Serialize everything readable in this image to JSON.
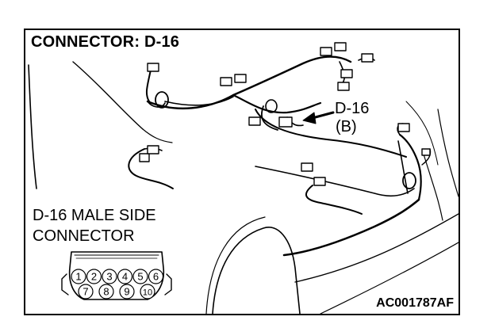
{
  "diagram": {
    "title": "CONNECTOR: D-16",
    "callout_line1": "D-16",
    "callout_line2": "(B)",
    "side_label_line1": "D-16 MALE SIDE",
    "side_label_line2": "CONNECTOR",
    "figure_code": "AC001787AF",
    "pins_top": [
      "1",
      "2",
      "3",
      "4",
      "5",
      "6"
    ],
    "pins_bottom": [
      "7",
      "8",
      "9",
      "10"
    ]
  }
}
